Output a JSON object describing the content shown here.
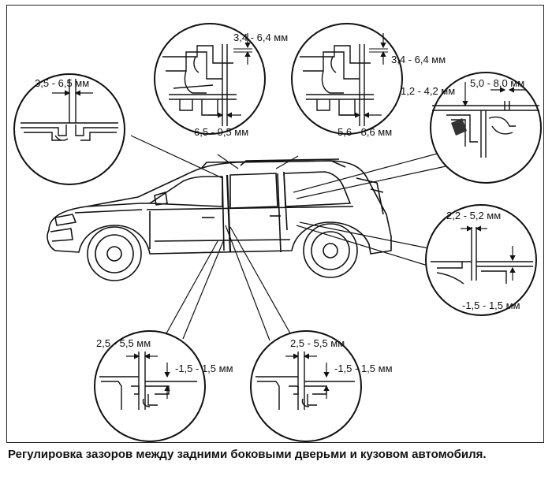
{
  "dimensions": {
    "top_left_gap": "3,5 - 6,5 мм",
    "top_center_height": "3,4 - 6,4 мм",
    "top_center_width": "6,5 - 9,5 мм",
    "top_right_height": "3,4 - 6,4 мм",
    "top_right_width": "5,6 - 8,6 мм",
    "right_top_small": "1,2 - 4,2 мм",
    "right_top_wide": "5,0 - 8,0 мм",
    "right_mid_gap": "2,2 - 5,2 мм",
    "right_mid_flush": "-1,5 - 1,5 мм",
    "bottom_left_gap": "2,5 - 5,5 мм",
    "bottom_left_flush": "-1,5 - 1,5 мм",
    "bottom_center_gap": "2,5 - 5,5 мм",
    "bottom_center_flush": "-1,5 - 1,5 мм"
  },
  "caption": "Регулировка зазоров между задними боковыми дверьми и кузовом автомобиля."
}
